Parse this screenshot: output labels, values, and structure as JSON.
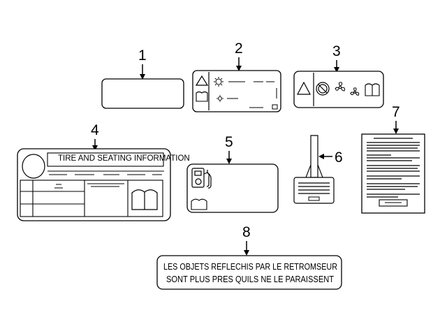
{
  "callouts": {
    "c1": "1",
    "c2": "2",
    "c3": "3",
    "c4": "4",
    "c5": "5",
    "c6": "6",
    "c7": "7",
    "c8": "8"
  },
  "label4": {
    "title": "TIRE AND SEATING INFORMATION"
  },
  "label8": {
    "line1": "LES OBJETS REFLECHIS PAR LE RETROMSEUR",
    "line2": "SONT PLUS PRES QUILS NE LE  PARAISSENT"
  },
  "icons": [
    "warning-triangle-icon",
    "manual-book-icon",
    "sun-icon",
    "no-symbol-icon",
    "fan-icon",
    "fuel-pump-icon"
  ]
}
